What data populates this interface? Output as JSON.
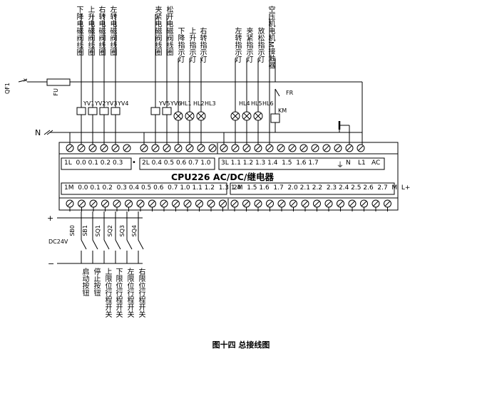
{
  "caption": "图十四  总接线图",
  "plc": {
    "model": "CPU226 AC/DC/继电器",
    "output_groups": [
      "1L  0.0 0.1 0.2 0.3",
      "2L 0.4 0.5 0.6 0.7 1.0",
      "3L 1.1 1.2 1.3 1.4  1.5  1.6 1.7"
    ],
    "bullet": "•",
    "power_terms": [
      "N",
      "L1",
      "AC"
    ],
    "input_row_1": "1M  0.0 0.1 0.2  0.3 0.4 0.5 0.6  0.7 1.0 1.1 1.2  1.3 1.4",
    "input_row_2": "2M  1.5 1.6  1.7  2.0 2.1 2.2  2.3 2.4 2.5 2.6  2.7  M  L+"
  },
  "top_loads": [
    "下降电磁阀线圈",
    "上升电磁阀线圈",
    "右转电磁阀线圈",
    "左转电磁阀线圈",
    "夹紧电磁阀线圈",
    "松开电磁阀线圈",
    "下降指示灯",
    "上升指示灯",
    "右转指示灯",
    "左转指示灯",
    "夹紧指示灯",
    "放松指示灯",
    "空压机电机M接触器"
  ],
  "coils": [
    "YV1",
    "YV2",
    "YV3",
    "YV4",
    "YV5",
    "YV6"
  ],
  "lamps": [
    "HL1",
    "HL2",
    "HL3",
    "HL4",
    "HL5",
    "HL6"
  ],
  "km": "KM",
  "fr": "FR",
  "qf": "QF1",
  "fu": "FU",
  "neutral": "N",
  "dc": "DC24V",
  "plus": "+",
  "minus": "−",
  "switches": [
    "SB0",
    "SB1",
    "SQ1",
    "SQ2",
    "SQ3",
    "SQ4"
  ],
  "bottom_labels": [
    "启动按钮",
    "停止按钮",
    "上限位行程开关",
    "下限位行程开关",
    "左限位行程开关",
    "右限位行程开关"
  ]
}
